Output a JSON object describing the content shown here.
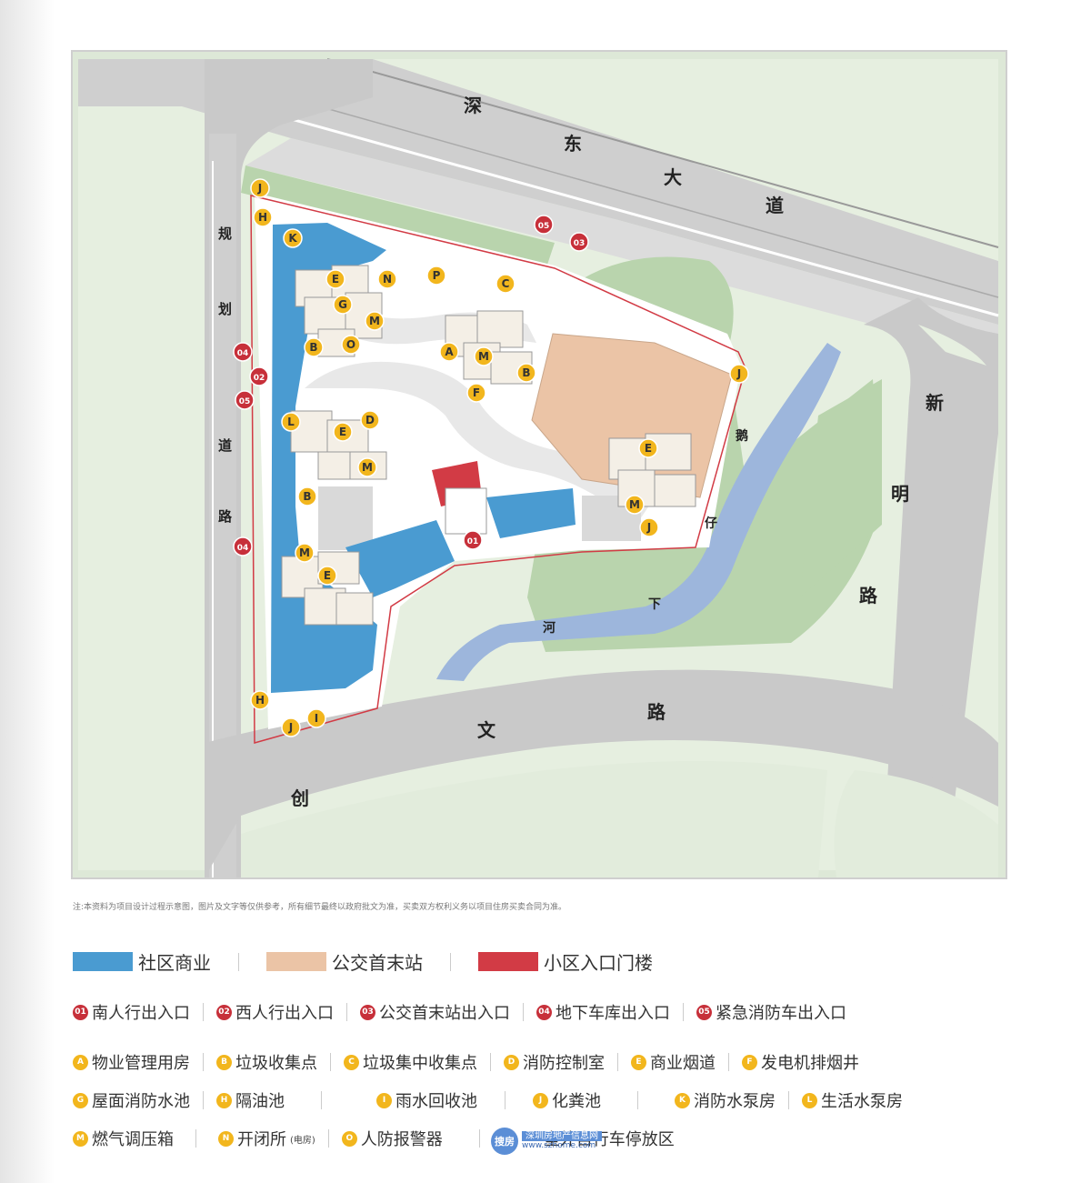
{
  "map": {
    "roads": {
      "shendong_1": "深",
      "shendong_2": "东",
      "shendong_3": "大",
      "shendong_4": "道",
      "guihua_1": "规",
      "guihua_2": "划",
      "guihua_3": "道",
      "guihua_4": "路",
      "xinming_1": "新",
      "xinming_2": "明",
      "xinming_3": "路",
      "chuangwen_1": "创",
      "chuangwen_2": "文",
      "chuangwen_3": "路",
      "river_1": "鹅",
      "river_2": "仔",
      "river_3": "下",
      "river_4": "河"
    },
    "markers": [
      {
        "id": "J",
        "type": "facility"
      },
      {
        "id": "H",
        "type": "facility"
      },
      {
        "id": "K",
        "type": "facility"
      },
      {
        "id": "E",
        "type": "facility"
      },
      {
        "id": "N",
        "type": "facility"
      },
      {
        "id": "P",
        "type": "facility"
      },
      {
        "id": "C",
        "type": "facility"
      },
      {
        "id": "G",
        "type": "facility"
      },
      {
        "id": "M",
        "type": "facility"
      },
      {
        "id": "B",
        "type": "facility"
      },
      {
        "id": "O",
        "type": "facility"
      },
      {
        "id": "A",
        "type": "facility"
      },
      {
        "id": "M",
        "type": "facility"
      },
      {
        "id": "B",
        "type": "facility"
      },
      {
        "id": "F",
        "type": "facility"
      },
      {
        "id": "J",
        "type": "facility"
      },
      {
        "id": "L",
        "type": "facility"
      },
      {
        "id": "E",
        "type": "facility"
      },
      {
        "id": "D",
        "type": "facility"
      },
      {
        "id": "M",
        "type": "facility"
      },
      {
        "id": "B",
        "type": "facility"
      },
      {
        "id": "E",
        "type": "facility"
      },
      {
        "id": "M",
        "type": "facility"
      },
      {
        "id": "J",
        "type": "facility"
      },
      {
        "id": "M",
        "type": "facility"
      },
      {
        "id": "E",
        "type": "facility"
      },
      {
        "id": "H",
        "type": "facility"
      },
      {
        "id": "J",
        "type": "facility"
      },
      {
        "id": "I",
        "type": "facility"
      },
      {
        "id": "05",
        "type": "entrance"
      },
      {
        "id": "03",
        "type": "entrance"
      },
      {
        "id": "04",
        "type": "entrance"
      },
      {
        "id": "02",
        "type": "entrance"
      },
      {
        "id": "05",
        "type": "entrance"
      },
      {
        "id": "04",
        "type": "entrance"
      },
      {
        "id": "01",
        "type": "entrance"
      }
    ]
  },
  "note": "注:本资料为项目设计过程示意图，图片及文字等仅供参考，所有细节最终以政府批文为准，买卖双方权利义务以项目住房买卖合同为准。",
  "legend": {
    "zones": [
      {
        "label": "社区商业",
        "color": "#4a9bd1"
      },
      {
        "label": "公交首末站",
        "color": "#ebc4a6"
      },
      {
        "label": "小区入口门楼",
        "color": "#d23b45"
      }
    ],
    "entrances": [
      {
        "code": "01",
        "label": "南人行出入口"
      },
      {
        "code": "02",
        "label": "西人行出入口"
      },
      {
        "code": "03",
        "label": "公交首末站出入口"
      },
      {
        "code": "04",
        "label": "地下车库出入口"
      },
      {
        "code": "05",
        "label": "紧急消防车出入口"
      }
    ],
    "facilities_row1": [
      {
        "code": "A",
        "label": "物业管理用房"
      },
      {
        "code": "B",
        "label": "垃圾收集点"
      },
      {
        "code": "C",
        "label": "垃圾集中收集点"
      },
      {
        "code": "D",
        "label": "消防控制室"
      },
      {
        "code": "E",
        "label": "商业烟道"
      },
      {
        "code": "F",
        "label": "发电机排烟井"
      }
    ],
    "facilities_row2": [
      {
        "code": "G",
        "label": "屋面消防水池"
      },
      {
        "code": "H",
        "label": "隔油池"
      },
      {
        "code": "I",
        "label": "雨水回收池"
      },
      {
        "code": "J",
        "label": "化粪池"
      },
      {
        "code": "K",
        "label": "消防水泵房"
      },
      {
        "code": "L",
        "label": "生活水泵房"
      }
    ],
    "facilities_row3": [
      {
        "code": "M",
        "label": "燃气调压箱"
      },
      {
        "code": "N",
        "label": "开闭所",
        "sub": "(电房)"
      },
      {
        "code": "O",
        "label": "人防报警器"
      },
      {
        "code": "",
        "label": "室外自行车停放区"
      }
    ]
  },
  "watermark": {
    "logo": "搜房",
    "name": "深圳房地产信息网",
    "url": "www.szhome.com"
  }
}
